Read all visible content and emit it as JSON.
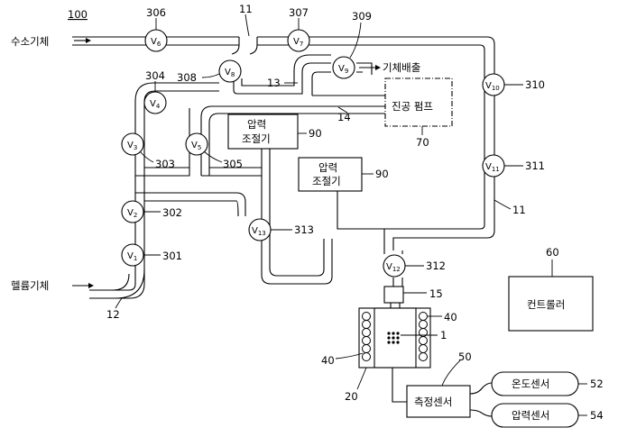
{
  "figure_number": "100",
  "inputs": {
    "hydrogen_gas": "수소기체",
    "helium_gas": "헬륨기체"
  },
  "exhaust_label": "기체배출",
  "components": {
    "vacuum_pump": "진공 펌프",
    "pressure_regulator_line1": "압력",
    "pressure_regulator_line2": "조절기",
    "measurement_sensor": "측정센서",
    "temperature_sensor": "온도센서",
    "pressure_sensor": "압력센서",
    "controller": "컨트롤러"
  },
  "ref": {
    "line_11": "11",
    "line_12": "12",
    "line_13": "13",
    "line_14": "14",
    "reg_90": "90",
    "pump_70": "70",
    "controller_60": "60",
    "connector_15": "15",
    "sample_1": "1",
    "heater_40": "40",
    "chamber_20": "20",
    "sensor_50": "50",
    "temp_52": "52",
    "press_54": "54"
  },
  "valves": [
    {
      "id": "v1",
      "letter": "V",
      "sub": "1",
      "ref": "301"
    },
    {
      "id": "v2",
      "letter": "V",
      "sub": "2",
      "ref": "302"
    },
    {
      "id": "v3",
      "letter": "V",
      "sub": "3",
      "ref": "303"
    },
    {
      "id": "v4",
      "letter": "V",
      "sub": "4",
      "ref": "304"
    },
    {
      "id": "v5",
      "letter": "V",
      "sub": "5",
      "ref": "305"
    },
    {
      "id": "v6",
      "letter": "V",
      "sub": "6",
      "ref": "306"
    },
    {
      "id": "v7",
      "letter": "V",
      "sub": "7",
      "ref": "307"
    },
    {
      "id": "v8",
      "letter": "V",
      "sub": "8",
      "ref": "308"
    },
    {
      "id": "v9",
      "letter": "V",
      "sub": "9",
      "ref": "309"
    },
    {
      "id": "v10",
      "letter": "V",
      "sub": "10",
      "ref": "310"
    },
    {
      "id": "v11",
      "letter": "V",
      "sub": "11",
      "ref": "311"
    },
    {
      "id": "v12",
      "letter": "V",
      "sub": "12",
      "ref": "312"
    },
    {
      "id": "v13",
      "letter": "V",
      "sub": "13",
      "ref": "313"
    }
  ]
}
